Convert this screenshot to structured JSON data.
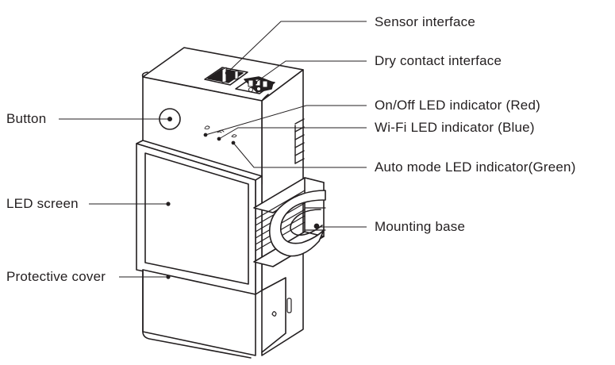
{
  "labels": {
    "sensor_interface": "Sensor interface",
    "dry_contact_interface": "Dry contact interface",
    "on_off_led": "On/Off LED indicator (Red)",
    "wifi_led": "Wi-Fi LED indicator (Blue)",
    "auto_mode_led": "Auto mode LED indicator(Green)",
    "mounting_base": "Mounting base",
    "button": "Button",
    "led_screen": "LED screen",
    "protective_cover": "Protective cover"
  },
  "colors": {
    "outline": "#231f20",
    "body_fill": "#ffffff",
    "screen_fill": "#ffffff",
    "text": "#231f20"
  }
}
